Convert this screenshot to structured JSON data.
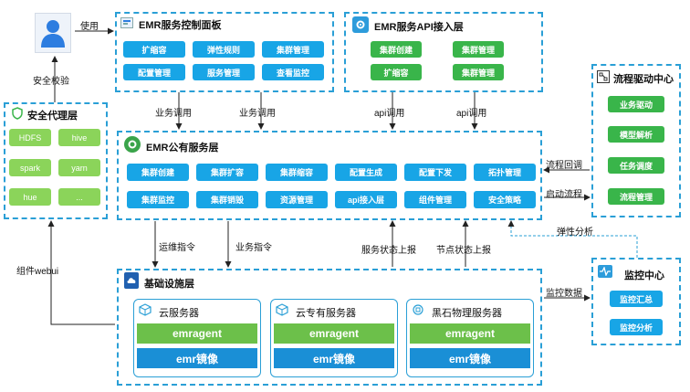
{
  "user": {
    "use_label": "使用",
    "security_check": "安全校验"
  },
  "control_panel": {
    "title": "EMR服务控制面板",
    "buttons": [
      "扩缩容",
      "弹性规则",
      "集群管理",
      "配置管理",
      "服务管理",
      "查看监控"
    ]
  },
  "api_layer": {
    "title": "EMR服务API接入层",
    "buttons": [
      "集群创建",
      "集群管理",
      "扩缩容"
    ]
  },
  "workflow": {
    "title": "流程驱动中心",
    "buttons": [
      "业务驱动",
      "模型解析",
      "任务调度",
      "流程管理"
    ]
  },
  "proxy": {
    "title": "安全代理层",
    "items": [
      "HDFS",
      "hive",
      "spark",
      "yarn",
      "hue",
      "..."
    ]
  },
  "public_service": {
    "title": "EMR公有服务层",
    "buttons": [
      "集群创建",
      "集群扩容",
      "集群缩容",
      "配置生成",
      "配置下发",
      "拓扑管理",
      "集群监控",
      "集群销毁",
      "资源管理",
      "api接入层",
      "组件管理",
      "安全策略"
    ]
  },
  "infra": {
    "title": "基础设施层",
    "servers": [
      {
        "name": "云服务器",
        "agent": "emragent",
        "image": "emr镜像"
      },
      {
        "name": "云专有服务器",
        "agent": "emragent",
        "image": "emr镜像"
      },
      {
        "name": "黑石物理服务器",
        "agent": "emragent",
        "image": "emr镜像"
      }
    ]
  },
  "monitor": {
    "title": "监控中心",
    "buttons": [
      "监控汇总",
      "监控分析"
    ]
  },
  "arrows": {
    "business_call_1": "业务调用",
    "business_call_2": "业务调用",
    "api_call_1": "api调用",
    "api_call_2": "api调用",
    "flow_callback": "流程回调",
    "start_flow": "启动流程",
    "elastic_analysis": "弹性分析",
    "ops_cmd": "运维指令",
    "biz_cmd": "业务指令",
    "svc_report": "服务状态上报",
    "node_report": "节点状态上报",
    "monitor_data": "监控数据",
    "component_webui": "组件webui"
  },
  "colors": {
    "border": "#2a9fd6",
    "blue_button": "#18a5e6",
    "green_button": "#39b54a",
    "agent": "#6cc04a",
    "image": "#1a8fd6"
  }
}
